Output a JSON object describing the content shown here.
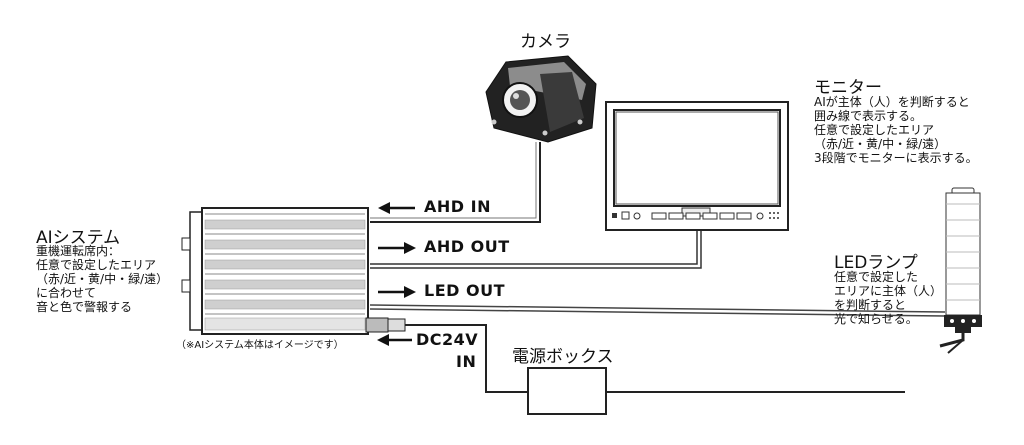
{
  "camera": {
    "label": "カメラ"
  },
  "monitor": {
    "title": "モニター",
    "description": "AIが主体（人）を判断すると\n囲み線で表示する。\n任意で設定したエリア\n（赤/近・黄/中・緑/遠）\n3段階でモニターに表示する。"
  },
  "ai_system": {
    "title": "AIシステム",
    "description": "重機運転席内：\n任意で設定したエリア\n（赤/近・黄/中・緑/遠）\nに合わせて\n音と色で警報する",
    "caption": "（※AIシステム本体はイメージです）"
  },
  "ports": {
    "ahd_in": "AHD IN",
    "ahd_out": "AHD OUT",
    "led_out": "LED OUT",
    "dc_in_line1": "DC24V",
    "dc_in_line2": "IN"
  },
  "led_lamp": {
    "title": "LEDランプ",
    "description": "任意で設定した\nエリアに主体（人）\nを判断すると\n光で知らせる。"
  },
  "power_box": {
    "label": "電源ボックス"
  },
  "colors": {
    "line": "#111111",
    "cable": "#888888",
    "box_fill": "#cfcfcf"
  }
}
